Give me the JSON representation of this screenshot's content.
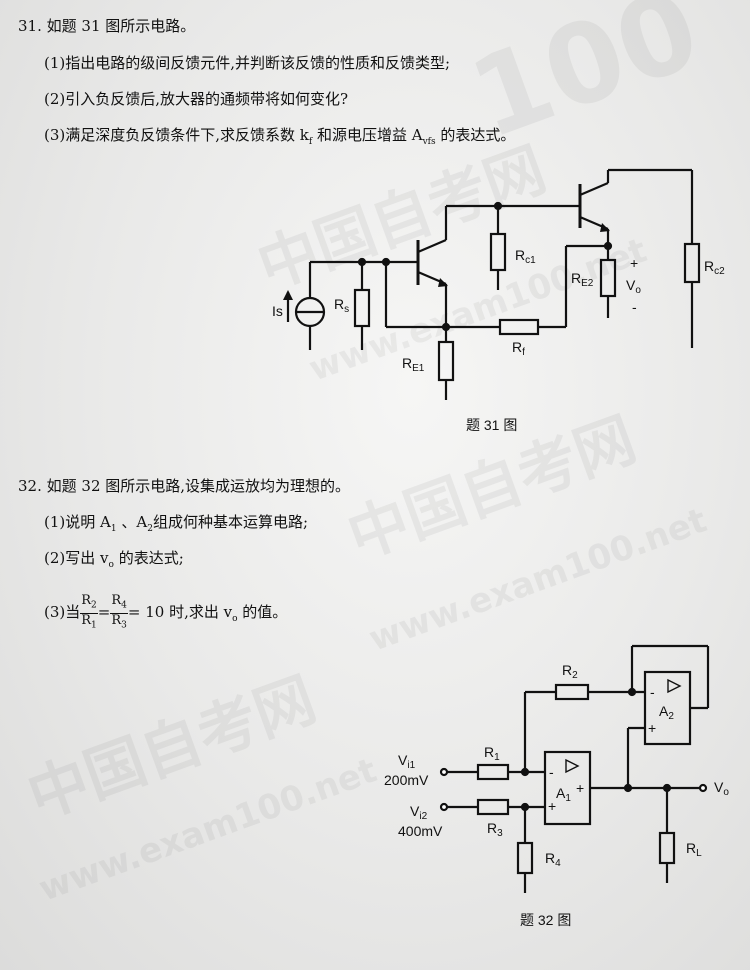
{
  "watermark": {
    "brand": "中国自考网",
    "url": "www.exam100.net",
    "num": "100"
  },
  "q31": {
    "number": "31.",
    "intro": "如题 31 图所示电路。",
    "items": [
      "(1)指出电路的级间反馈元件,并判断该反馈的性质和反馈类型;",
      "(2)引入负反馈后,放大器的通频带将如何变化?"
    ],
    "item3_prefix": "(3)满足深度负反馈条件下,求反馈系数 k",
    "item3_sub1": "f",
    "item3_mid": " 和源电压增益 A",
    "item3_sub2": "vfs",
    "item3_suffix": " 的表达式。",
    "caption": "题 31 图",
    "labels": {
      "is": "Is",
      "rs": "R",
      "rs_sub": "s",
      "rc1": "R",
      "rc1_sub": "c1",
      "re2": "R",
      "re2_sub": "E2",
      "plus": "+",
      "vo": "V",
      "vo_sub": "o",
      "minus": "-",
      "rc2": "R",
      "rc2_sub": "c2",
      "rf": "R",
      "rf_sub": "f",
      "re1": "R",
      "re1_sub": "E1"
    }
  },
  "q32": {
    "number": "32.",
    "intro": "如题 32 图所示电路,设集成运放均为理想的。",
    "item1_prefix": "(1)说明 A",
    "item1_sub1": "1",
    "item1_mid": " 、A",
    "item1_sub2": "2",
    "item1_suffix": "组成何种基本运算电路;",
    "item2_prefix": "(2)写出 v",
    "item2_sub": "o",
    "item2_suffix": " 的表达式;",
    "item3_prefix": "(3)当",
    "frac1_num": "R",
    "frac1_num_sub": "2",
    "frac1_den": "R",
    "frac1_den_sub": "1",
    "eq1": "=",
    "frac2_num": "R",
    "frac2_num_sub": "4",
    "frac2_den": "R",
    "frac2_den_sub": "3",
    "item3_suffix": "= 10 时,求出 v",
    "item3_sub": "o",
    "item3_end": " 的值。",
    "caption": "题 32 图",
    "labels": {
      "r2": "R",
      "r2_sub": "2",
      "a2_minus": "-",
      "a2_plus": "+",
      "a2": "A",
      "a2_sub": "2",
      "vi1": "V",
      "vi1_sub": "i1",
      "vi1_val": "200mV",
      "r1": "R",
      "r1_sub": "1",
      "a1_minus": "-",
      "a1_plus_out": "+",
      "a1_plus": "+",
      "a1": "A",
      "a1_sub": "1",
      "vo": "V",
      "vo_sub": "o",
      "vi2": "V",
      "vi2_sub": "i2",
      "vi2_val": "400mV",
      "r3": "R",
      "r3_sub": "3",
      "r4": "R",
      "r4_sub": "4",
      "rl": "R",
      "rl_sub": "L"
    }
  }
}
